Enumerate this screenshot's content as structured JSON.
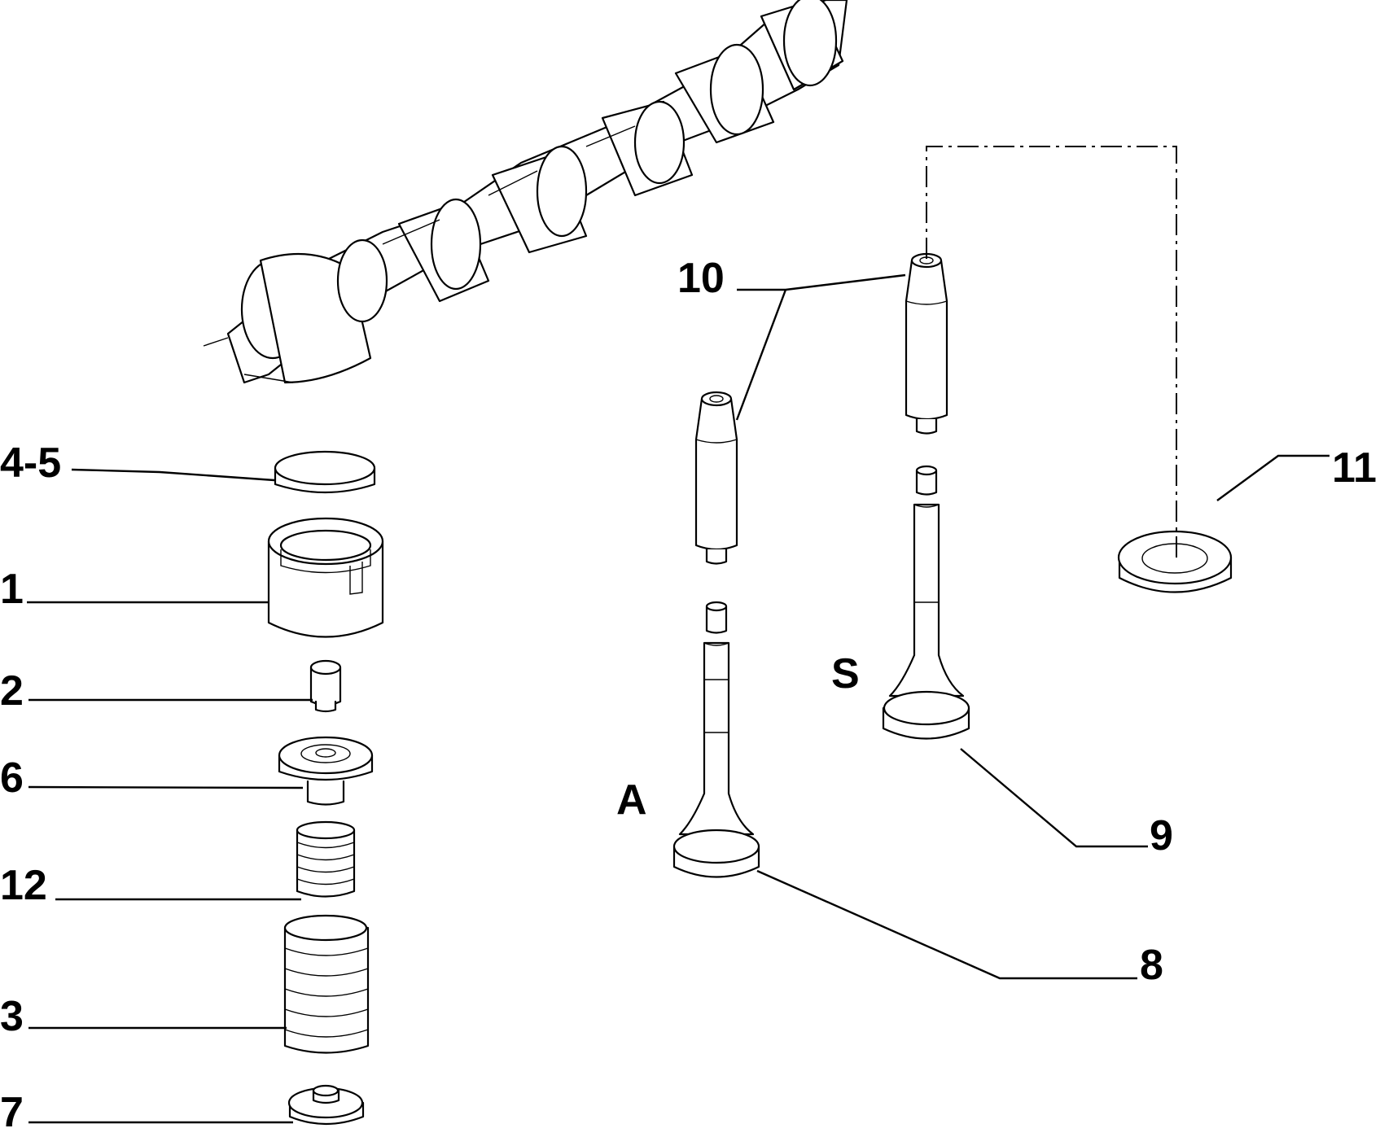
{
  "diagram": {
    "callouts": [
      {
        "id": "4-5",
        "label": "4-5"
      },
      {
        "id": "1",
        "label": "1"
      },
      {
        "id": "2",
        "label": "2"
      },
      {
        "id": "6",
        "label": "6"
      },
      {
        "id": "12",
        "label": "12"
      },
      {
        "id": "3",
        "label": "3"
      },
      {
        "id": "7",
        "label": "7"
      },
      {
        "id": "10",
        "label": "10"
      },
      {
        "id": "11",
        "label": "11"
      },
      {
        "id": "9",
        "label": "9"
      },
      {
        "id": "8",
        "label": "8"
      }
    ],
    "valve_labels": {
      "intake": "A",
      "exhaust": "S"
    }
  },
  "colors": {
    "line": "#000000",
    "background": "#ffffff"
  }
}
